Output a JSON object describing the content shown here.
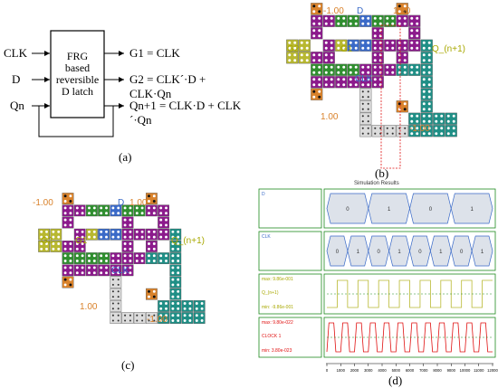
{
  "panel_a": {
    "box_label": [
      "FRG",
      "based",
      "reversible",
      "D latch"
    ],
    "inputs": [
      "CLK",
      "D",
      "Qn"
    ],
    "outputs": [
      "G1 = CLK",
      "G2 = CLK´·D + CLK·Qn",
      "Qn+1 = CLK·D + CLK´·Qn"
    ],
    "caption": "(a)"
  },
  "panel_b": {
    "labels": {
      "d": "D",
      "clk": "CLK",
      "g2": "G2",
      "g1": "G1",
      "q": "Q_(n+1)",
      "tl": "-1.00",
      "tr": "1.00",
      "bl": "1.00",
      "br": "-1.00"
    },
    "caption": "(b)"
  },
  "panel_c": {
    "labels": {
      "d": "D",
      "clk": "CLK",
      "g2": "G2",
      "g1": "G1",
      "q": "Q_(n+1)",
      "tl": "-1.00",
      "tr": "1.00",
      "bl": "1.00",
      "br": "-1.00"
    },
    "caption": "(c)"
  },
  "panel_d": {
    "title": "Simulation Results",
    "signals": {
      "d": {
        "name": "D",
        "values": [
          "0",
          "1",
          "0",
          "1"
        ]
      },
      "clk": {
        "name": "CLK",
        "values": [
          "0",
          "1",
          "0",
          "1",
          "0",
          "1",
          "0",
          "1"
        ]
      },
      "q": {
        "max": "max: 9.86e-001",
        "name": "Q_(n+1)",
        "min": "min: -9.86e-001"
      },
      "clock": {
        "max": "max: 9.80e-022",
        "name": "CLOCK 1",
        "min": "min: 3.80e-023"
      }
    },
    "axis_ticks": [
      "0",
      "1000",
      "2000",
      "3000",
      "4000",
      "5000",
      "6000",
      "7000",
      "8000",
      "9000",
      "10000",
      "11000",
      "12000"
    ],
    "caption": "(d)"
  },
  "colors": {
    "purple": "#8c1a8c",
    "green": "#2f8f2f",
    "yellow": "#b8b830",
    "teal": "#1f8f86",
    "blue": "#3a6ac8",
    "orange": "#d9822b",
    "grey": "#dcdcdc",
    "border": "#1f8a1f",
    "label_orange": "#d9822b",
    "label_blue": "#3a6ac8",
    "label_yellow": "#a8a800",
    "red": "#e01010"
  }
}
